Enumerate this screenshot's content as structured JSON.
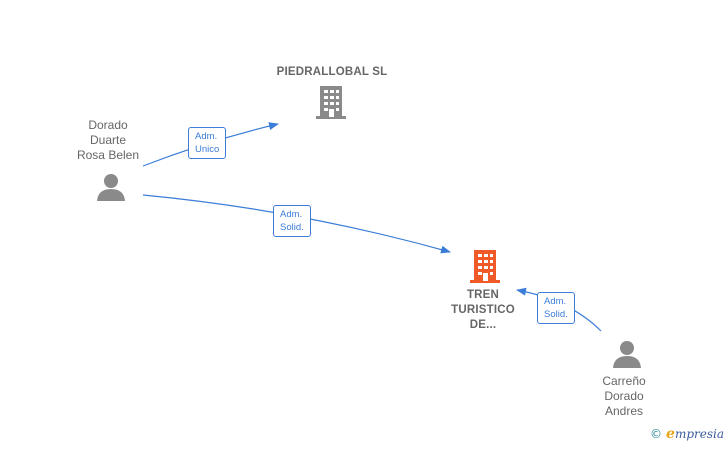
{
  "nodes": {
    "piedrallobal": {
      "label": "PIEDRALLOBAL SL",
      "type": "company",
      "color": "#8a8a8a"
    },
    "tren": {
      "label_lines": [
        "TREN",
        "TURISTICO",
        "DE..."
      ],
      "type": "company",
      "color": "#f05a28"
    },
    "dorado": {
      "label_lines": [
        "Dorado",
        "Duarte",
        "Rosa Belen"
      ],
      "type": "person",
      "color": "#8a8a8a"
    },
    "carreno": {
      "label_lines": [
        "Carreño",
        "Dorado",
        "Andres"
      ],
      "type": "person",
      "color": "#8a8a8a"
    }
  },
  "edges": [
    {
      "from": "dorado",
      "to": "piedrallobal",
      "label_lines": [
        "Adm.",
        "Unico"
      ]
    },
    {
      "from": "dorado",
      "to": "tren",
      "label_lines": [
        "Adm.",
        "Solid."
      ]
    },
    {
      "from": "carreno",
      "to": "tren",
      "label_lines": [
        "Adm.",
        "Solid."
      ]
    }
  ],
  "colors": {
    "edge": "#3b7dd8",
    "node_text": "#666666"
  },
  "branding": {
    "copyright_symbol": "©",
    "initial": "e",
    "rest": "mpresia"
  }
}
